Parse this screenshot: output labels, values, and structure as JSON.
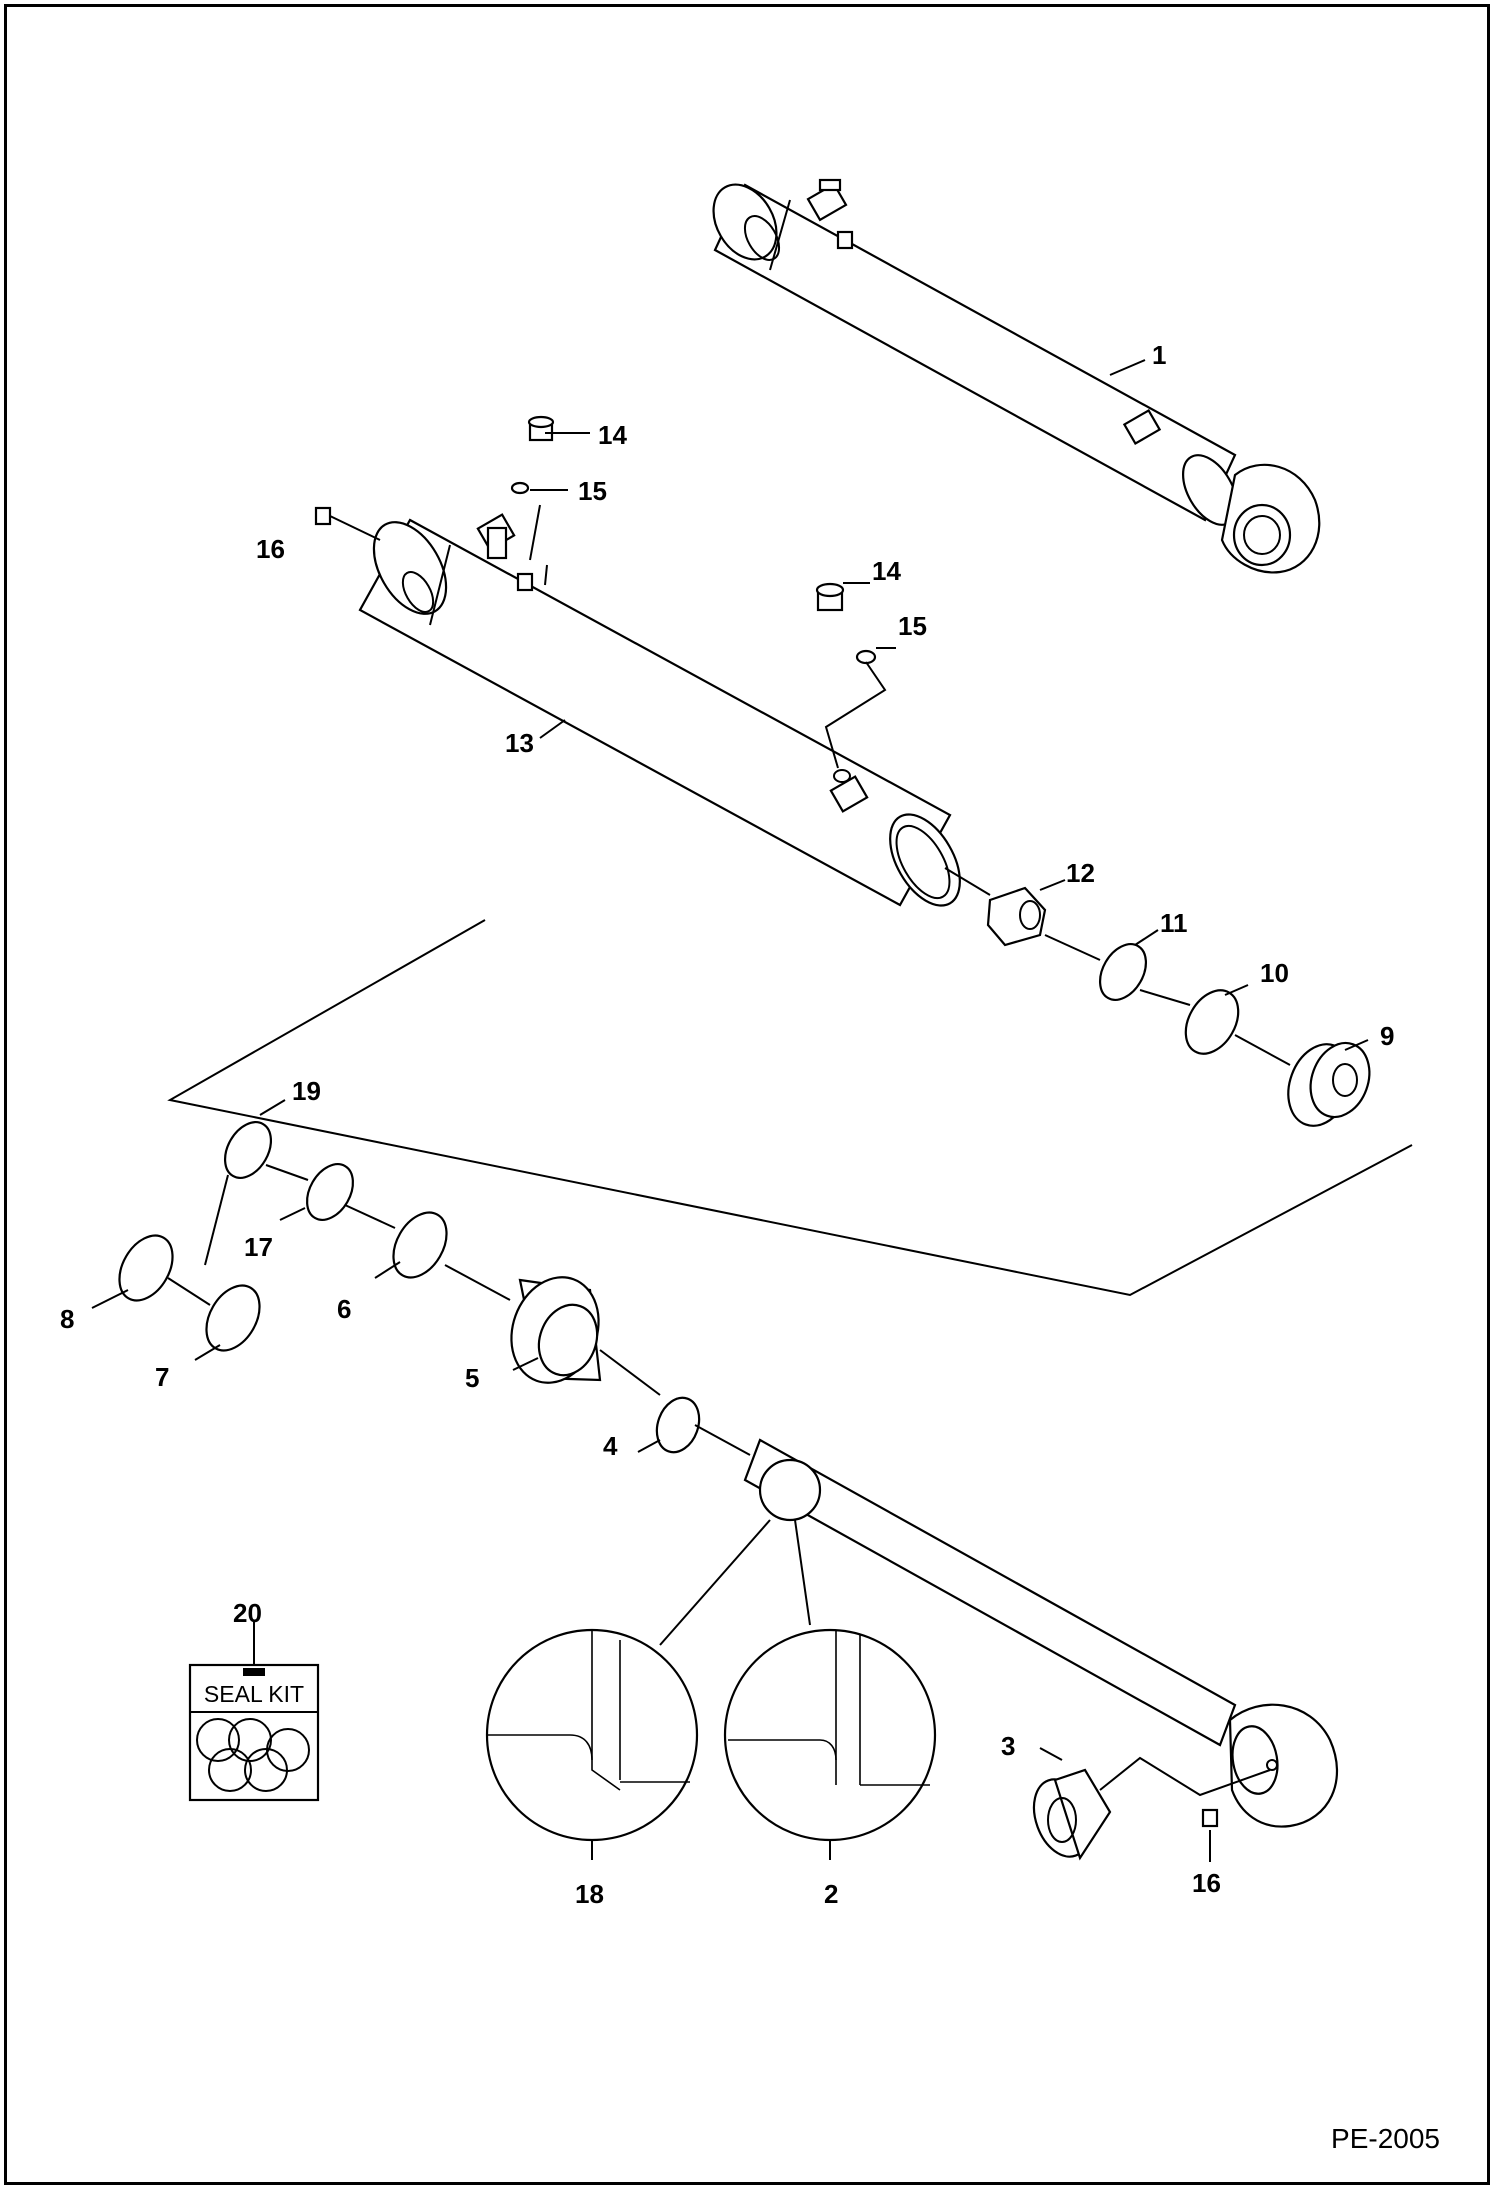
{
  "callouts": {
    "c1": "1",
    "c2": "2",
    "c3": "3",
    "c4": "4",
    "c5": "5",
    "c6": "6",
    "c7": "7",
    "c8": "8",
    "c9": "9",
    "c10": "10",
    "c11": "11",
    "c12": "12",
    "c13": "13",
    "c14a": "14",
    "c14b": "14",
    "c15a": "15",
    "c15b": "15",
    "c16a": "16",
    "c16b": "16",
    "c17": "17",
    "c18": "18",
    "c19": "19",
    "c20": "20"
  },
  "seal_kit_label": "SEAL KIT",
  "reference_code": "PE-2005"
}
